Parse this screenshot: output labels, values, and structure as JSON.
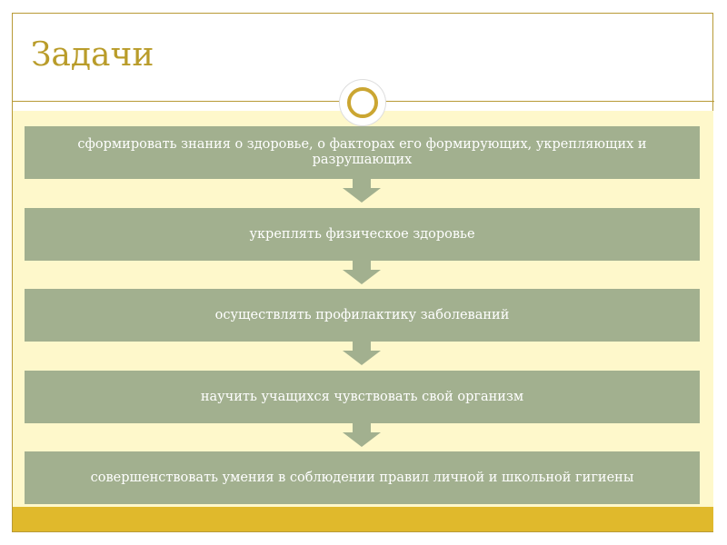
{
  "title": "Задачи",
  "steps": [
    "сформировать знания о здоровье, о факторах его формирующих, укрепляющих и разрушающих",
    "укреплять физическое здоровье",
    "осуществлять профилактику заболеваний",
    "научить учащихся чувствовать свой организм",
    "совершенствовать умения в соблюдении правил личной и школьной гигиены"
  ],
  "colors": {
    "accent": "#b99c2a",
    "box": "#a2b08f",
    "background": "#fef8cb",
    "footer": "#e0b92c"
  }
}
